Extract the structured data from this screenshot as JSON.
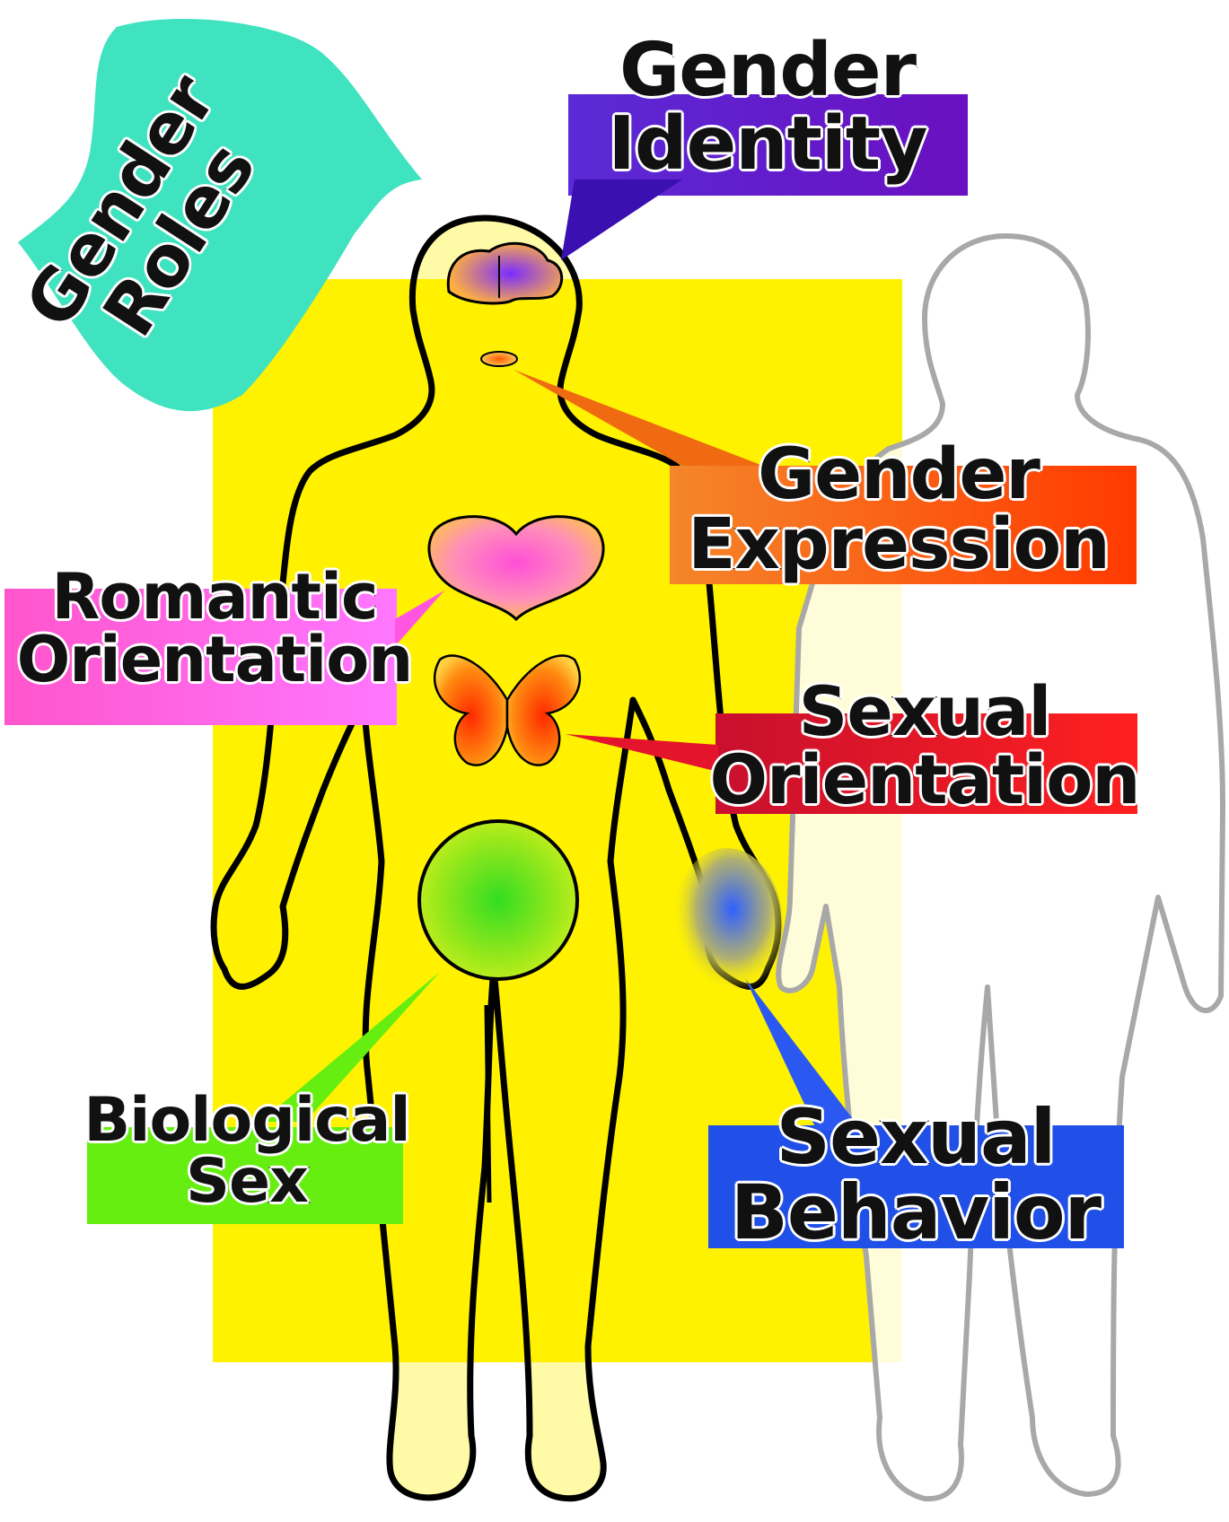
{
  "labels": {
    "gender_roles": [
      "Gender",
      "Roles"
    ],
    "gender_identity": [
      "Gender",
      "Identity"
    ],
    "gender_expression": [
      "Gender",
      "Expression"
    ],
    "romantic_orientation": [
      "Romantic",
      "Orientation"
    ],
    "sexual_orientation": [
      "Sexual",
      "Orientation"
    ],
    "biological_sex": [
      "Biological",
      "Sex"
    ],
    "sexual_behavior": [
      "Sexual",
      "Behavior"
    ]
  },
  "colors": {
    "background_panel": "#fff200",
    "gender_roles": "#3fe3c0",
    "gender_identity": "#5a1fd1",
    "gender_expression": "#f06a12",
    "romantic_orientation": "#ff66ee",
    "sexual_orientation": "#e3142b",
    "biological_sex": "#66ee11",
    "sexual_behavior": "#2050e8",
    "outline_front": "#000000",
    "outline_back": "#a8a8a8"
  },
  "icons": [
    "brain-icon",
    "mouth-icon",
    "heart-icon",
    "butterfly-icon",
    "body-circle-icon",
    "hand-glow-icon"
  ]
}
